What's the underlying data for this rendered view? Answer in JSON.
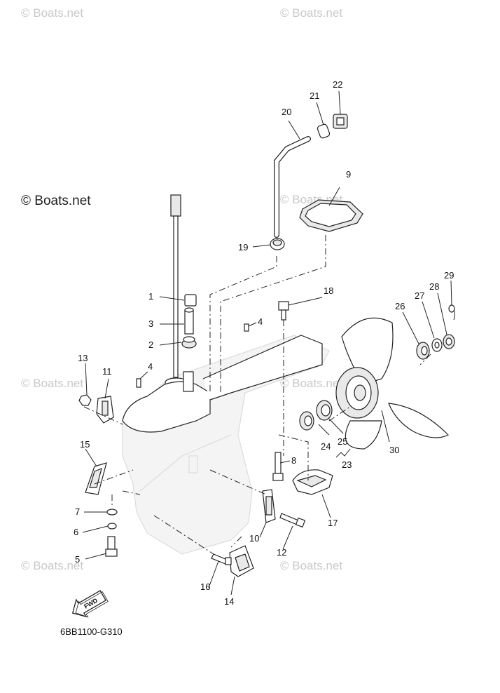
{
  "watermarks": {
    "faint": "© Boats.net",
    "main": "© Boats.net"
  },
  "diagram_code": "6BB1100-G310",
  "fwd_label": "FWD",
  "callouts": {
    "c1": "1",
    "c2": "2",
    "c3": "3",
    "c4a": "4",
    "c4b": "4",
    "c5": "5",
    "c6": "6",
    "c7": "7",
    "c8": "8",
    "c9": "9",
    "c10": "10",
    "c11": "11",
    "c12": "12",
    "c13": "13",
    "c14": "14",
    "c15": "15",
    "c16": "16",
    "c17": "17",
    "c18": "18",
    "c19": "19",
    "c20": "20",
    "c21": "21",
    "c22": "22",
    "c23": "23",
    "c24": "24",
    "c25": "25",
    "c26": "26",
    "c27": "27",
    "c28": "28",
    "c29": "29",
    "c30": "30"
  }
}
